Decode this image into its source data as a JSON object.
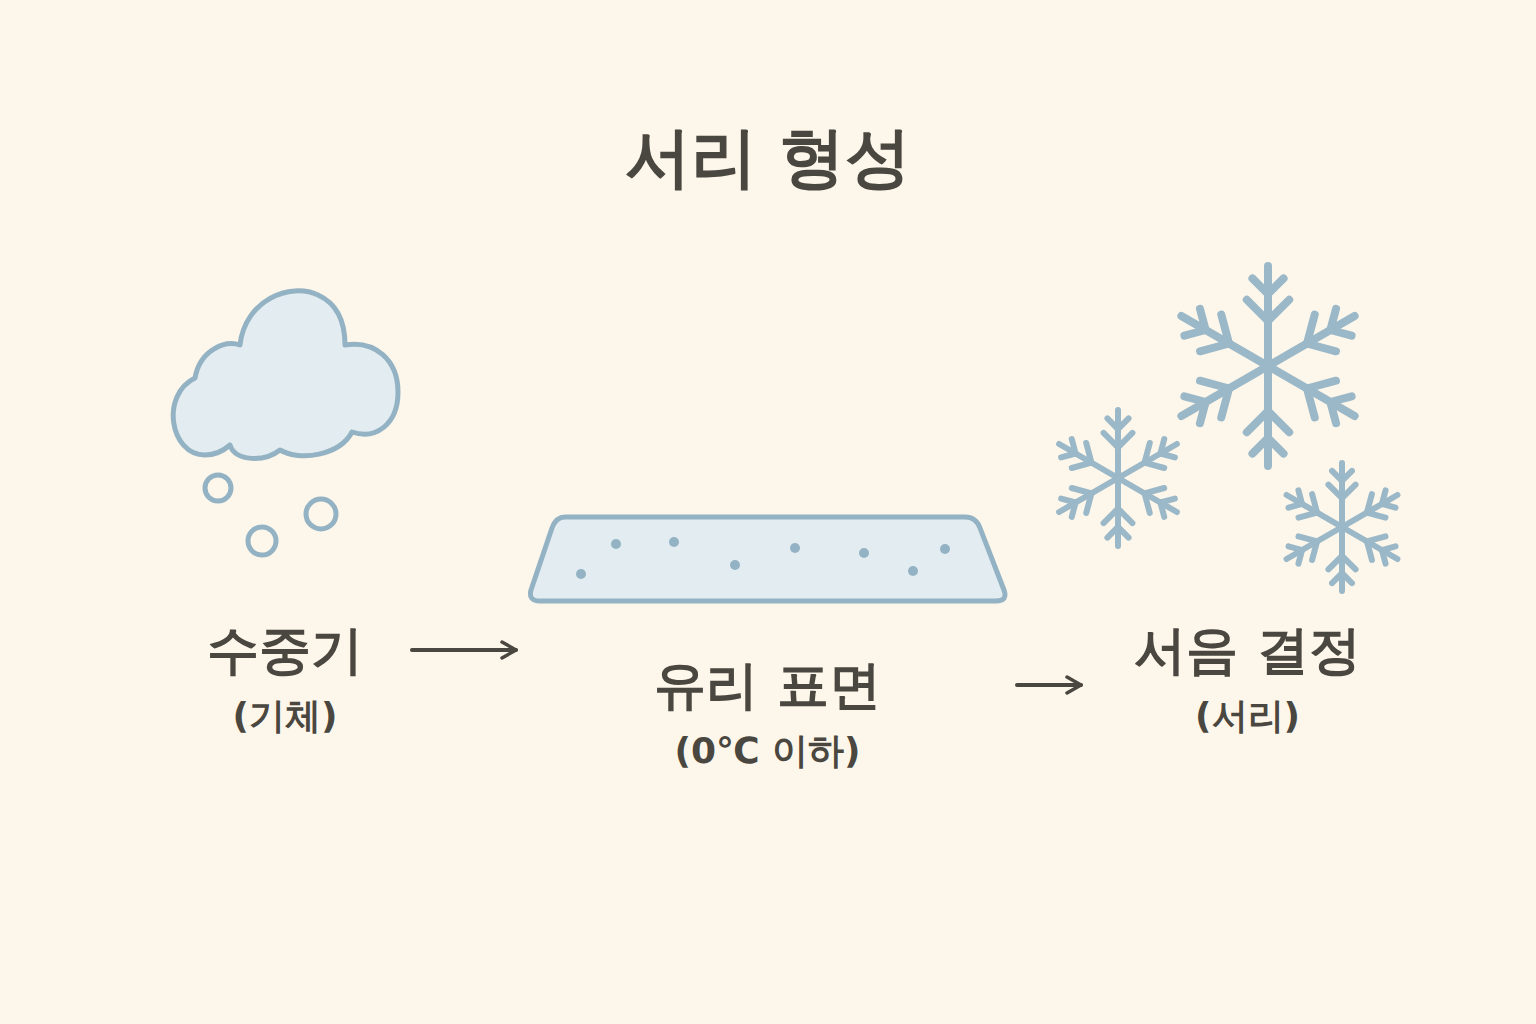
{
  "diagram": {
    "title": "서리 형성",
    "nodes": [
      {
        "text": [
          "수중기",
          "(기체)"
        ]
      },
      {
        "text": [
          "유리 표면",
          "(0℃ 이하)"
        ]
      },
      {
        "text": [
          "서음 결정",
          "(서리)"
        ]
      }
    ],
    "edges": [
      {
        "from": 0,
        "to": 1,
        "arrow": "to"
      },
      {
        "from": 1,
        "to": 2,
        "arrow": "to"
      }
    ]
  }
}
